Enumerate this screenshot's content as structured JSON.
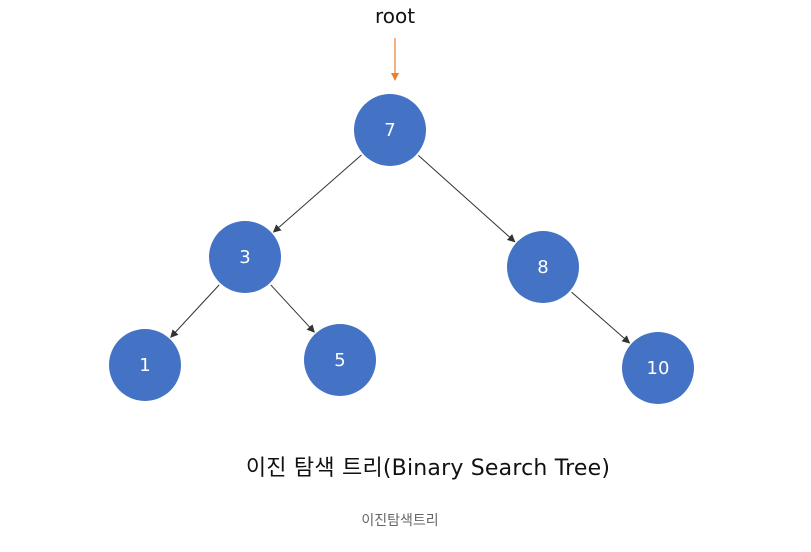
{
  "diagram": {
    "pointer_label": "root",
    "title": "이진 탐색 트리(Binary Search Tree)",
    "caption": "이진탐색트리",
    "colors": {
      "node_fill": "#4472c4",
      "node_text": "#ffffff",
      "edge": "#333333",
      "root_arrow": "#ed7d31"
    },
    "nodes": [
      {
        "id": "n7",
        "value": "7"
      },
      {
        "id": "n3",
        "value": "3"
      },
      {
        "id": "n8",
        "value": "8"
      },
      {
        "id": "n1",
        "value": "1"
      },
      {
        "id": "n5",
        "value": "5"
      },
      {
        "id": "n10",
        "value": "10"
      }
    ],
    "edges": [
      {
        "from": "n7",
        "to": "n3"
      },
      {
        "from": "n7",
        "to": "n8"
      },
      {
        "from": "n3",
        "to": "n1"
      },
      {
        "from": "n3",
        "to": "n5"
      },
      {
        "from": "n8",
        "to": "n10"
      }
    ]
  }
}
